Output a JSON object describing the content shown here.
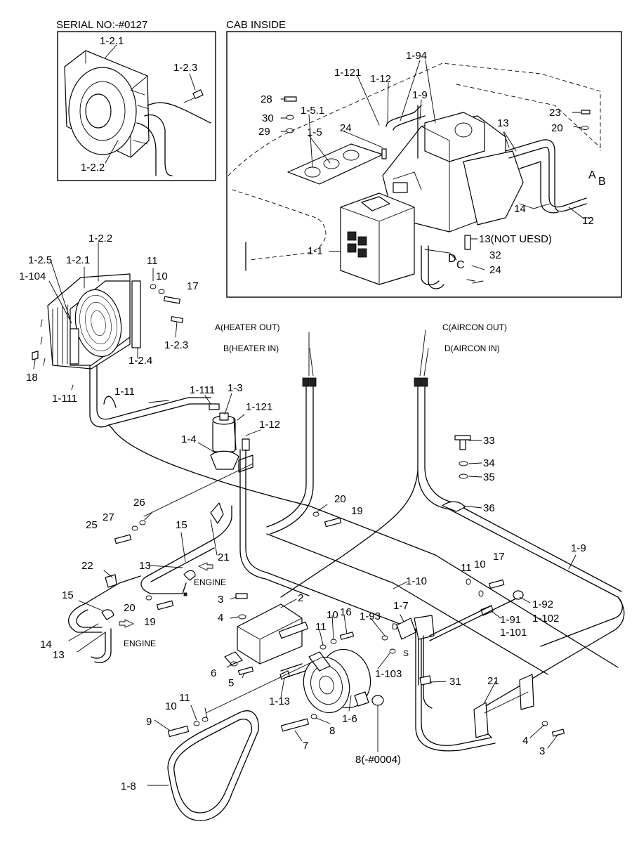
{
  "headings": {
    "serial": "SERIAL NO:-#0127",
    "cab_inside": "CAB INSIDE"
  },
  "callouts": {
    "c_1_2_1_top": "1-2.1",
    "c_1_2_3_top": "1-2.3",
    "c_1_2_2_top": "1-2.2",
    "c_1_121_cab": "1-121",
    "c_1_12_cab": "1-12",
    "c_1_94": "1-94",
    "c_1_9_cab": "1-9",
    "c_28": "28",
    "c_30": "30",
    "c_29": "29",
    "c_1_5_1": "1-5.1",
    "c_1_5": "1-5",
    "c_24_cab_top": "24",
    "c_13_cab": "13",
    "c_23": "23",
    "c_20_cab": "20",
    "c_A_cab": "A",
    "c_B_cab": "B",
    "c_14_cab": "14",
    "c_12_cab": "12",
    "c_13_not_used": "13(NOT UESD)",
    "c_D_cab": "D",
    "c_C_cab": "C",
    "c_32": "32",
    "c_24_cab_bottom": "24",
    "c_1_1": "1-1",
    "c_1_2_2_main": "1-2.2",
    "c_1_2_5": "1-2.5",
    "c_1_2_1_main": "1-2.1",
    "c_1_104": "1-104",
    "c_11_top": "11",
    "c_10_top": "10",
    "c_17_top": "17",
    "c_1_2_3_main": "1-2.3",
    "c_1_2_4": "1-2.4",
    "c_18": "18",
    "c_1_111_left": "1-111",
    "c_1_11": "1-11",
    "c_1_111_mid": "1-111",
    "c_1_3": "1-3",
    "c_1_121_main": "1-121",
    "c_1_12_main": "1-12",
    "c_1_4": "1-4",
    "c_heater_out": "A(HEATER OUT)",
    "c_heater_in": "B(HEATER IN)",
    "c_aircon_out": "C(AIRCON OUT)",
    "c_aircon_in": "D(AIRCON IN)",
    "c_33": "33",
    "c_34": "34",
    "c_35": "35",
    "c_36": "36",
    "c_26": "26",
    "c_27": "27",
    "c_25": "25",
    "c_20_mid": "20",
    "c_19_mid": "19",
    "c_15_upper": "15",
    "c_21_left": "21",
    "c_13_upper": "13",
    "c_engine_upper": "ENGINE",
    "c_22": "22",
    "c_20_low": "20",
    "c_19_low": "19",
    "c_15_lower": "15",
    "c_14_low": "14",
    "c_13_lower": "13",
    "c_engine_lower": "ENGINE",
    "c_1_9_main": "1-9",
    "c_1_10": "1-10",
    "c_11_right": "11",
    "c_10_right": "10",
    "c_17_right": "17",
    "c_1_92": "1-92",
    "c_1_102": "1-102",
    "c_1_91": "1-91",
    "c_1_101": "1-101",
    "c_3_upper": "3",
    "c_2": "2",
    "c_4_upper": "4",
    "c_11_mid": "11",
    "c_10_mid": "10",
    "c_16": "16",
    "c_1_93": "1-93",
    "c_1_7": "1-7",
    "c_D_small": "D",
    "c_S_small": "S",
    "c_1_103": "1-103",
    "c_31": "31",
    "c_21_right": "21",
    "c_6": "6",
    "c_5": "5",
    "c_1_13": "1-13",
    "c_10_low": "10",
    "c_11_low": "11",
    "c_9": "9",
    "c_1_6": "1-6",
    "c_8_mid": "8",
    "c_7": "7",
    "c_8_serial": "8(-#0004)",
    "c_4_lower": "4",
    "c_3_lower": "3",
    "c_1_8": "1-8"
  }
}
